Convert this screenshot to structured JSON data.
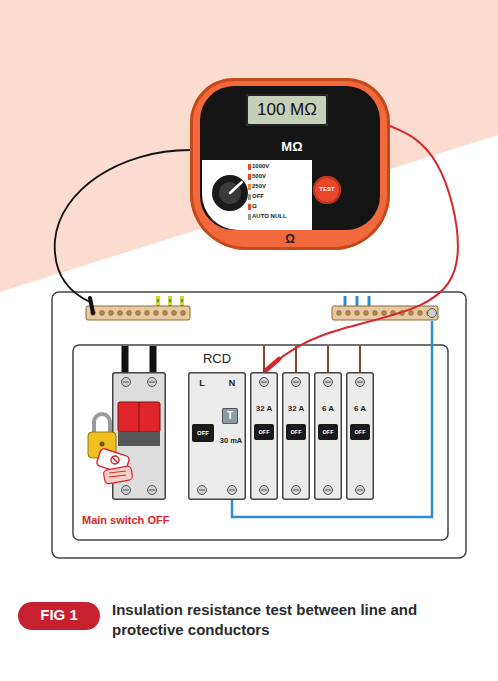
{
  "diagram": {
    "caption": "Insulation resistance test between line and protective conductors",
    "nodes": [
      {
        "text": [
          "MΩ",
          "Ω"
        ]
      },
      {
        "text": [
          "100 MΩ"
        ],
        "in": 0
      },
      {
        "text": [
          "1000V",
          "500V",
          "250V",
          "OFF",
          "Ω",
          "AUTO NULL"
        ],
        "in": 0
      },
      {
        "text": [
          "TEST"
        ],
        "in": 0
      },
      {
        "text": [
          "Main switch OFF"
        ]
      },
      {
        "text": [
          "RCD",
          "L",
          "N",
          "30 mA"
        ]
      },
      {
        "text": [
          "T"
        ],
        "in": 5
      },
      {
        "text": [
          "OFF"
        ],
        "in": 5
      },
      {
        "text": [
          "32 A"
        ]
      },
      {
        "text": [
          "OFF"
        ],
        "in": 8
      },
      {
        "text": [
          "32 A"
        ]
      },
      {
        "text": [
          "OFF"
        ],
        "in": 10
      },
      {
        "text": [
          "6 A"
        ]
      },
      {
        "text": [
          "OFF"
        ],
        "in": 12
      },
      {
        "text": [
          "6 A"
        ]
      },
      {
        "text": [
          "OFF"
        ],
        "in": 14
      },
      {
        "text": [
          "FIG 1"
        ]
      }
    ],
    "edges": [
      {
        "from": 0,
        "to": 8,
        "arrow": "none"
      }
    ]
  }
}
